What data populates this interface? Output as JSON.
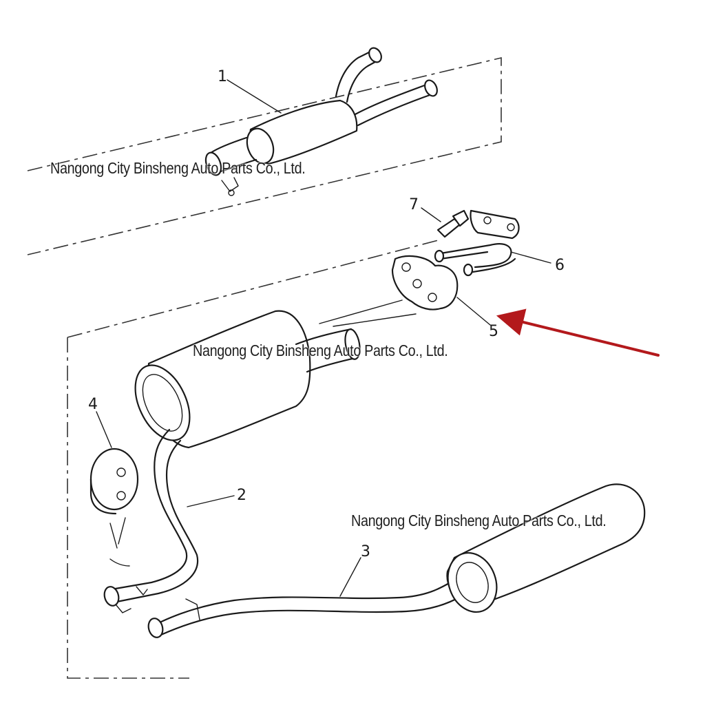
{
  "watermarks": [
    "Nangong City Binsheng Auto Parts Co., Ltd.",
    "Nangong City Binsheng Auto Parts Co., Ltd.",
    "Nangong City Binsheng Auto Parts Co., Ltd."
  ],
  "callouts": {
    "part_1": "1",
    "part_2": "2",
    "part_3": "3",
    "part_4": "4",
    "part_5": "5",
    "part_6": "6",
    "part_7": "7"
  },
  "colors": {
    "line": "#1a1a1a",
    "highlight_arrow": "#b3191c",
    "background": "#ffffff"
  }
}
